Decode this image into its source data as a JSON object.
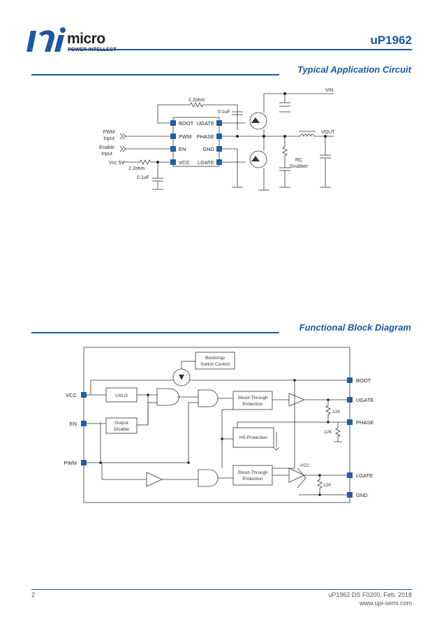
{
  "header": {
    "logo_main": "micro",
    "logo_sub": "POWER INTELLECT",
    "part_number": "uP1962"
  },
  "colors": {
    "brand_blue": "#1a58a0",
    "pin_blue": "#1f5fa6"
  },
  "sections": {
    "typical": "Typical Application Circuit",
    "block": "Functional Block Diagram"
  },
  "app_circuit": {
    "pins_left": [
      "BOOT",
      "PWM",
      "EN",
      "VCC"
    ],
    "pins_right": [
      "UGATE",
      "PHASE",
      "GND",
      "LGATE"
    ],
    "labels": {
      "r_boot": "2.2ohm",
      "c_boot": "0.1uF",
      "pwm_input": [
        "PWM",
        "Input"
      ],
      "enable_input": [
        "Enable",
        "Input"
      ],
      "vcc": "Vcc 5V",
      "r_vcc": "2.2ohm",
      "c_vcc": "0.1uF",
      "vin": "VIN",
      "vout": "VOUT",
      "snubber": [
        "RC",
        "Snubber"
      ]
    }
  },
  "block_diagram": {
    "pins_left": [
      "VCC",
      "EN",
      "PWM"
    ],
    "pins_right": [
      "BOOT",
      "UGATE",
      "PHASE",
      "LGATE",
      "GND"
    ],
    "blocks": {
      "bootstrap": [
        "Bootstrap",
        "Switch Control"
      ],
      "uvlo": "UVLO",
      "output_disable": [
        "Output",
        "Disable"
      ],
      "st1": [
        "Shoot-Through",
        "Protection"
      ],
      "hs": "HS Protection",
      "st2": [
        "Shoot-Through",
        "Protection"
      ]
    },
    "labels": {
      "r1": "12K",
      "r2": "12K",
      "r3": "12K",
      "vcc": "VCC"
    }
  },
  "footer": {
    "page": "2",
    "doc": "uP1962 DS F0200, Feb. 2018",
    "url": "www.upi-semi.com"
  }
}
